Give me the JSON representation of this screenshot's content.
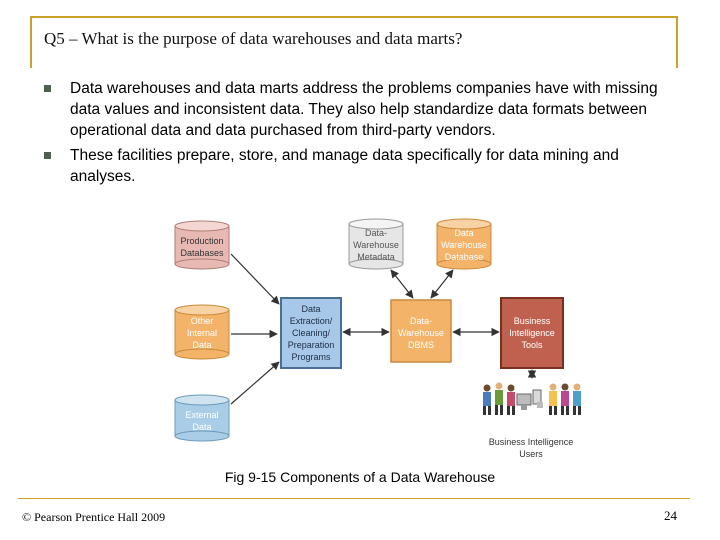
{
  "slide": {
    "title": "Q5 – What is the purpose of data warehouses and data marts?",
    "bullets": [
      "Data warehouses and data marts address the problems companies have with missing data values and inconsistent data. They also help standardize data formats between operational data and data purchased from third-party vendors.",
      "These facilities prepare, store, and manage data specifically for data mining and analyses."
    ],
    "caption": "Fig 9-15 Components of a Data Warehouse",
    "copyright": "© Pearson Prentice Hall 2009",
    "page_number": "24"
  },
  "diagram": {
    "production_db": [
      "Production",
      "Databases"
    ],
    "other_internal": [
      "Other",
      "Internal",
      "Data"
    ],
    "external": [
      "External",
      "Data"
    ],
    "extraction": [
      "Data",
      "Extraction/",
      "Cleaning/",
      "Preparation",
      "Programs"
    ],
    "metadata": [
      "Data-",
      "Warehouse",
      "Metadata"
    ],
    "dw_database": [
      "Data",
      "Warehouse",
      "Database"
    ],
    "dbms": [
      "Data-",
      "Warehouse",
      "DBMS"
    ],
    "bi_tools": [
      "Business",
      "Intelligence",
      "Tools"
    ],
    "bi_users": [
      "Business Intelligence",
      "Users"
    ]
  },
  "colors": {
    "accent": "#c9a227",
    "production": "#e8b9b3",
    "other_internal": "#f3b46a",
    "external": "#a9cde6",
    "extraction": "#a8c8ea",
    "metadata": "#e6e6e6",
    "dw_database": "#f3b46a",
    "dbms": "#f3b46a",
    "bi_tools": "#c0614f"
  }
}
